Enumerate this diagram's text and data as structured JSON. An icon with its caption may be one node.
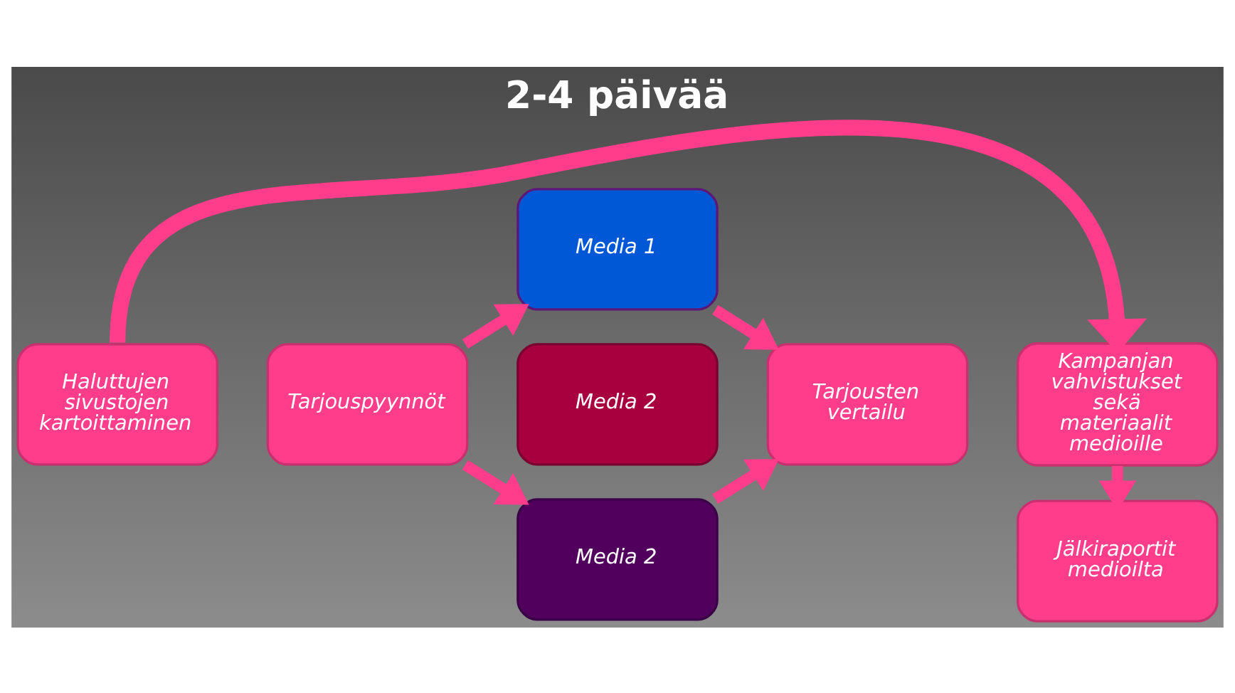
{
  "diagram": {
    "title": "2-4 päivää",
    "nodes": [
      {
        "text": [
          "Haluttujen sivustojen kartoittaminen"
        ]
      },
      {
        "text": [
          "Tarjouspyynnöt"
        ]
      },
      {
        "text": [
          "Media 1"
        ]
      },
      {
        "text": [
          "Media 2"
        ]
      },
      {
        "text": [
          "Media 2"
        ]
      },
      {
        "text": [
          "Tarjousten vertailu"
        ]
      },
      {
        "text": [
          "Kampanjan vahvistukset sekä materiaalit medioille"
        ]
      },
      {
        "text": [
          "Jälkiraportit medioilta"
        ]
      }
    ],
    "edges": [
      {
        "from": 0,
        "to": 6,
        "arrow": "to"
      },
      {
        "from": 1,
        "to": 2,
        "arrow": "to"
      },
      {
        "from": 1,
        "to": 4,
        "arrow": "to"
      },
      {
        "from": 2,
        "to": 5,
        "arrow": "to"
      },
      {
        "from": 4,
        "to": 5,
        "arrow": "to"
      },
      {
        "from": 6,
        "to": 7,
        "arrow": "to"
      }
    ]
  }
}
